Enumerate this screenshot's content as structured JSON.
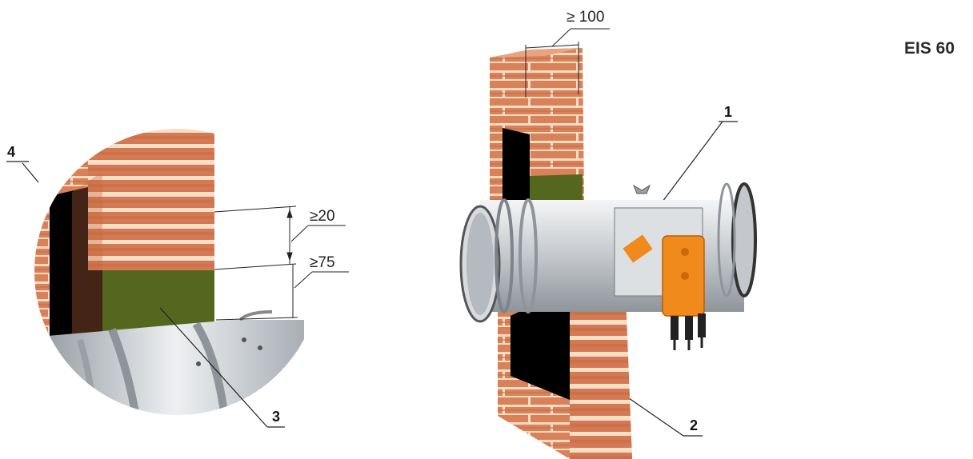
{
  "rating": "EIS 60",
  "dimensions": {
    "wall_thickness": "≥ 100",
    "gap_top": "≥20",
    "gap_bottom": "≥75"
  },
  "callouts": {
    "damper": "1",
    "wall": "2",
    "sealant": "3",
    "detail": "4"
  },
  "colors": {
    "brick": "#d9825a",
    "mortar": "#f1dcc4",
    "sealant": "#55661f",
    "metal": "#c9ccd0",
    "actuator": "#f08a1c",
    "opening": "#000000"
  }
}
